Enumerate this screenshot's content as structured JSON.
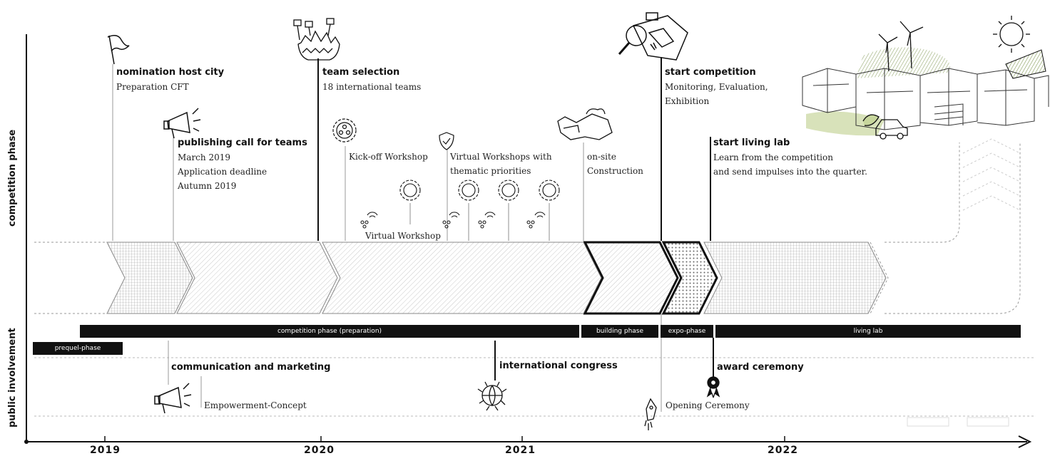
{
  "axis_labels": {
    "competition": "competition phase",
    "public": "public involvement"
  },
  "years": [
    "2019",
    "2020",
    "2021",
    "2022"
  ],
  "phase_bars": {
    "prequel": "prequel-phase",
    "preparation": "competition phase (preparation)",
    "building": "building phase",
    "expo": "expo-phase",
    "living_lab": "living lab"
  },
  "events": {
    "nomination": {
      "title": "nomination host city",
      "desc": [
        "Preparation CFT"
      ]
    },
    "publishing": {
      "title": "publishing call for teams",
      "desc": [
        "March 2019",
        "Application deadline",
        "Autumn 2019"
      ]
    },
    "team_selection": {
      "title": "team selection",
      "desc": [
        "18 international teams"
      ]
    },
    "kickoff": {
      "desc": [
        "Kick-off Workshop"
      ]
    },
    "virtual_workshops": {
      "desc": [
        "Virtual Workshops with",
        "thematic priorities"
      ]
    },
    "virtual_workshop": {
      "desc": [
        "Virtual Workshop"
      ]
    },
    "onsite": {
      "desc": [
        "on-site",
        "Construction"
      ]
    },
    "start_competition": {
      "title": "start competition",
      "desc": [
        "Monitoring, Evaluation,",
        "Exhibition"
      ]
    },
    "living_lab": {
      "title": "start living lab",
      "desc": [
        "Learn from the competition",
        "and send impulses into the quarter."
      ]
    },
    "communication": {
      "title": "communication and marketing"
    },
    "empowerment": {
      "desc": [
        "Empowerment-Concept"
      ]
    },
    "congress": {
      "title": "international congress"
    },
    "award": {
      "title": "award ceremony"
    },
    "opening": {
      "desc": [
        "Opening Ceremony"
      ]
    }
  },
  "icons": {
    "flag": "flag-icon",
    "megaphone": "megaphone-icon",
    "trophy": "team-selection-icon",
    "workshop": "workshop-badge-icon",
    "shield": "shield-icon",
    "wifi": "virtual-people-icon",
    "construction": "construction-icon",
    "magnifier": "magnifier-icon",
    "city": "city-illustration",
    "globe": "globe-icon",
    "medal": "medal-icon",
    "rocket": "rocket-icon"
  },
  "colors": {
    "ink": "#111111",
    "green": "#b7c98a",
    "hatch": "#cccccc"
  }
}
